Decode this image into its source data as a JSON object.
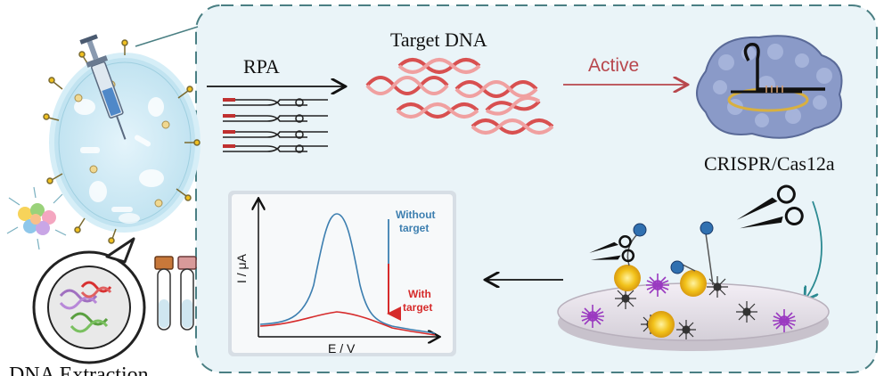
{
  "labels": {
    "rpa": "RPA",
    "target_dna": "Target DNA",
    "active": "Active",
    "crispr": "CRISPR/Cas12a",
    "dna_extraction": "DNA Extraction"
  },
  "chart_data": {
    "type": "line",
    "xlabel": "E / V",
    "ylabel": "I / μA",
    "series": [
      {
        "name": "Without target",
        "color": "#3d7fb0"
      },
      {
        "name": "With target",
        "color": "#d62b2b"
      }
    ],
    "annotations": {
      "without_target_line1": "Without",
      "without_target_line2": "target",
      "with_target_line1": "With",
      "with_target_line2": "target"
    }
  },
  "colors": {
    "panel_border": "#4a7f83",
    "panel_fill": "#eaf4f8",
    "active_arrow": "#b8474d",
    "curve_arrow": "#2c8a92",
    "blue_text": "#3d7fb0",
    "red_text": "#d62b2b"
  }
}
